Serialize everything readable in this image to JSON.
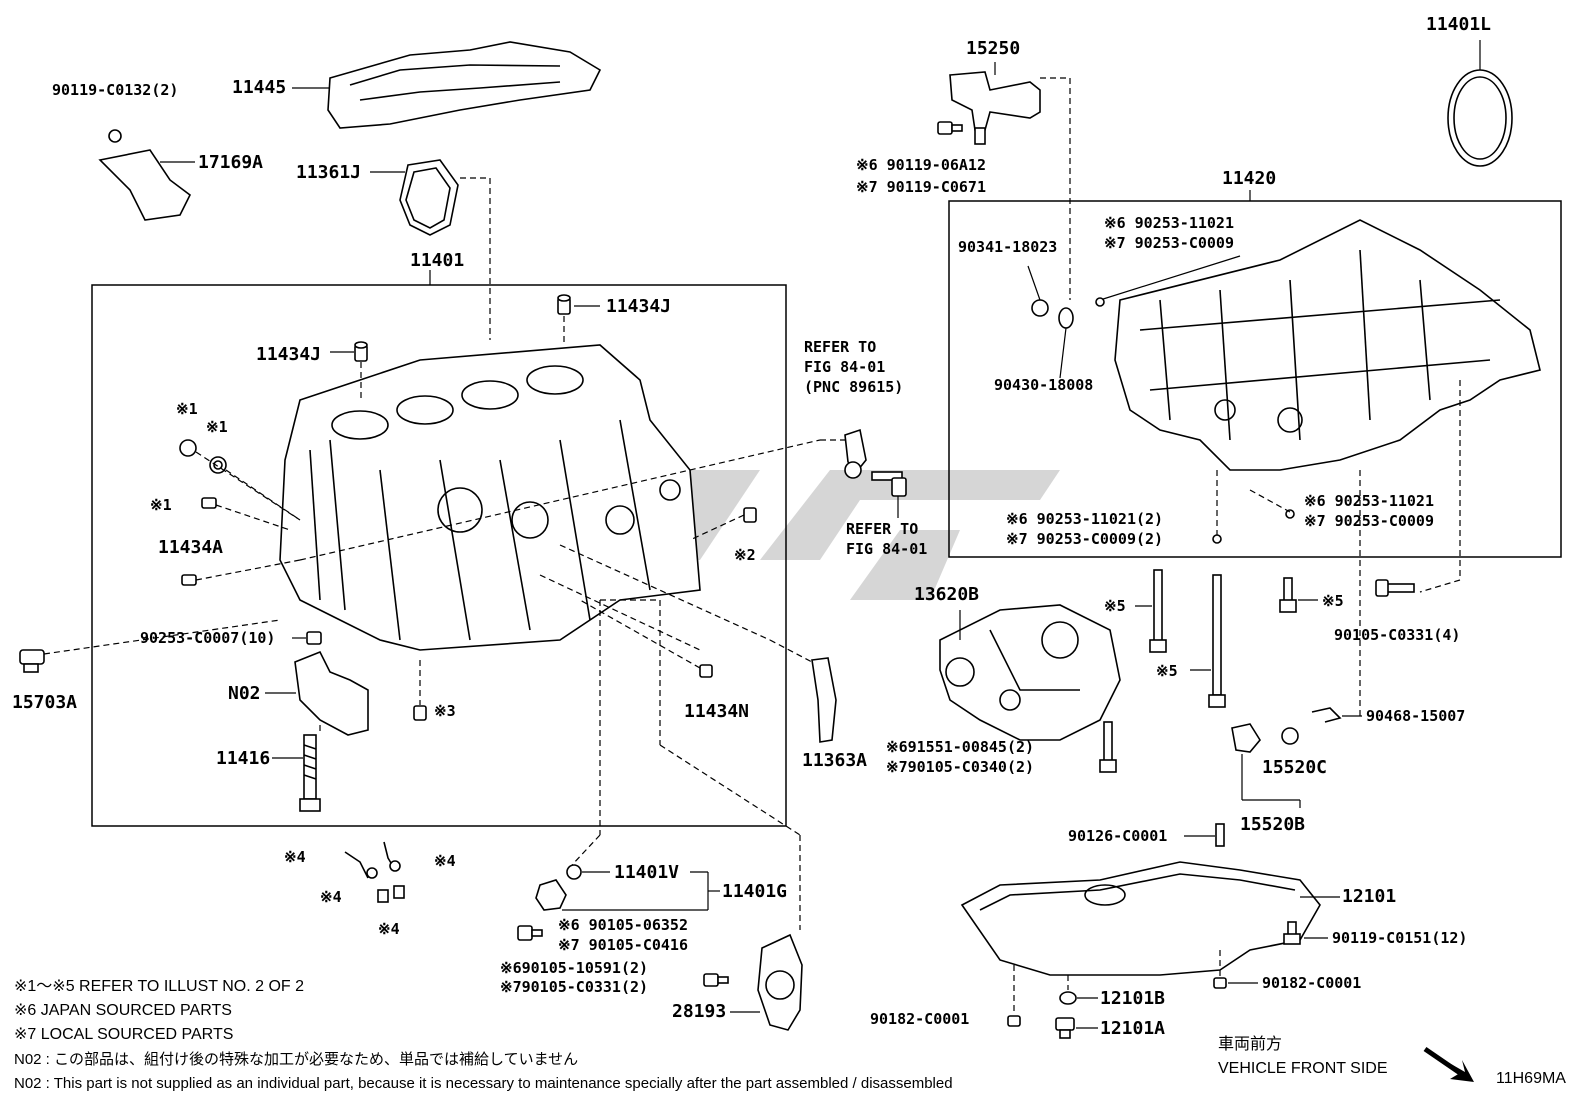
{
  "diagram_id": "11H69MA",
  "callouts": {
    "c11445": "11445",
    "c90119_c0132": "90119-C0132(2)",
    "c17169a": "17169A",
    "c11361j": "11361J",
    "c11401": "11401",
    "c11434j_top": "11434J",
    "c11434j_left": "11434J",
    "c11434a": "11434A",
    "c90253_c0007": "90253-C0007(10)",
    "c15703a": "15703A",
    "cn02": "N02",
    "c11416": "11416",
    "c11434n": "11434N",
    "c11363a": "11363A",
    "c15250": "15250",
    "c90119_06a12": "※6 90119-06A12",
    "c90119_c0671": "※7 90119-C0671",
    "c11401l": "11401L",
    "c11420": "11420",
    "c90253_11021_top6": "※6 90253-11021",
    "c90253_c0009_top7": "※7 90253-C0009",
    "c90341_18023": "90341-18023",
    "c90430_18008": "90430-18008",
    "c90253_11021_2": "※6 90253-11021(2)",
    "c90253_c0009_2": "※7 90253-C0009(2)",
    "c90253_11021_r6": "※6 90253-11021",
    "c90253_c0009_r7": "※7 90253-C0009",
    "refer1_line1": "REFER TO",
    "refer1_line2": "FIG 84-01",
    "refer1_line3": "(PNC 89615)",
    "refer2_line1": "REFER TO",
    "refer2_line2": "FIG 84-01",
    "c13620b": "13620B",
    "c91551_00845": "※691551-00845(2)",
    "c90105_c0340": "※790105-C0340(2)",
    "c90105_c0331_4": "90105-C0331(4)",
    "c90468_15007": "90468-15007",
    "c15520c": "15520C",
    "c15520b": "15520B",
    "c90126_c0001": "90126-C0001",
    "c12101": "12101",
    "c90119_c0151": "90119-C0151(12)",
    "c90182_c0001_r": "90182-C0001",
    "c90182_c0001_l": "90182-C0001",
    "c12101b": "12101B",
    "c12101a": "12101A",
    "c11401v": "11401V",
    "c11401g": "11401G",
    "c90105_06352": "※6 90105-06352",
    "c90105_c0416": "※7 90105-C0416",
    "c90105_10591": "※690105-10591(2)",
    "c90105_c0331_2": "※790105-C0331(2)",
    "c28193": "28193",
    "m1a": "※1",
    "m1b": "※1",
    "m1c": "※1",
    "m2": "※2",
    "m3": "※3",
    "m4a": "※4",
    "m4b": "※4",
    "m4c": "※4",
    "m4d": "※4",
    "m5a": "※5",
    "m5b": "※5",
    "m5c": "※5"
  },
  "notes": {
    "n1": "※1～※5  REFER TO ILLUST NO. 2 OF 2",
    "n2": "※6 JAPAN SOURCED PARTS",
    "n3": "※7 LOCAL SOURCED PARTS",
    "n4": "N02 : この部品は、組付け後の特殊な加工が必要なため、単品では補給していません",
    "n5": "N02 : This part is not supplied as an individual part, because it is necessary to maintenance specially after the part assembled / disassembled"
  },
  "front": {
    "jp": "車両前方",
    "en": "VEHICLE FRONT SIDE"
  }
}
